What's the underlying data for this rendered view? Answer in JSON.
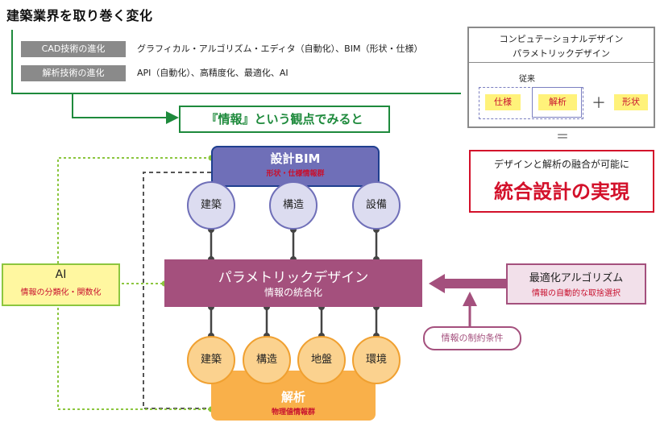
{
  "trend": {
    "title": "建築業界を取り巻く変化",
    "rows": [
      {
        "tag": "CAD技術の進化",
        "text": "グラフィカル・アルゴリズム・エディタ（自動化）、BIM（形状・仕様）"
      },
      {
        "tag": "解析技術の進化",
        "text": "API（自動化）、高精度化、最適化、AI"
      }
    ]
  },
  "viewpoint": "『情報』という観点でみると",
  "computational": {
    "line1": "コンピュテーショナルデザイン",
    "line2": "パラメトリックデザイン",
    "conventional_label": "従来",
    "items": [
      "仕様",
      "解析",
      "形状"
    ],
    "plus": "＋"
  },
  "equal": "＝",
  "fusion": {
    "line1": "デザインと解析の融合が可能に",
    "line2": "統合設計の実現",
    "accent_color": "#d3102a"
  },
  "design_bim": {
    "title": "設計BIM",
    "subtitle": "形状・仕様情報群",
    "nodes": [
      "建築",
      "構造",
      "設備"
    ]
  },
  "parametric": {
    "title": "パラメトリックデザイン",
    "subtitle": "情報の統合化"
  },
  "ai": {
    "title": "AI",
    "subtitle": "情報の分類化・関数化"
  },
  "optimization": {
    "title": "最適化アルゴリズム",
    "subtitle": "情報の自動的な取捨選択"
  },
  "constraint": "情報の制約条件",
  "analysis": {
    "title": "解析",
    "subtitle": "物理値情報群",
    "nodes": [
      "建築",
      "構造",
      "地盤",
      "環境"
    ]
  }
}
